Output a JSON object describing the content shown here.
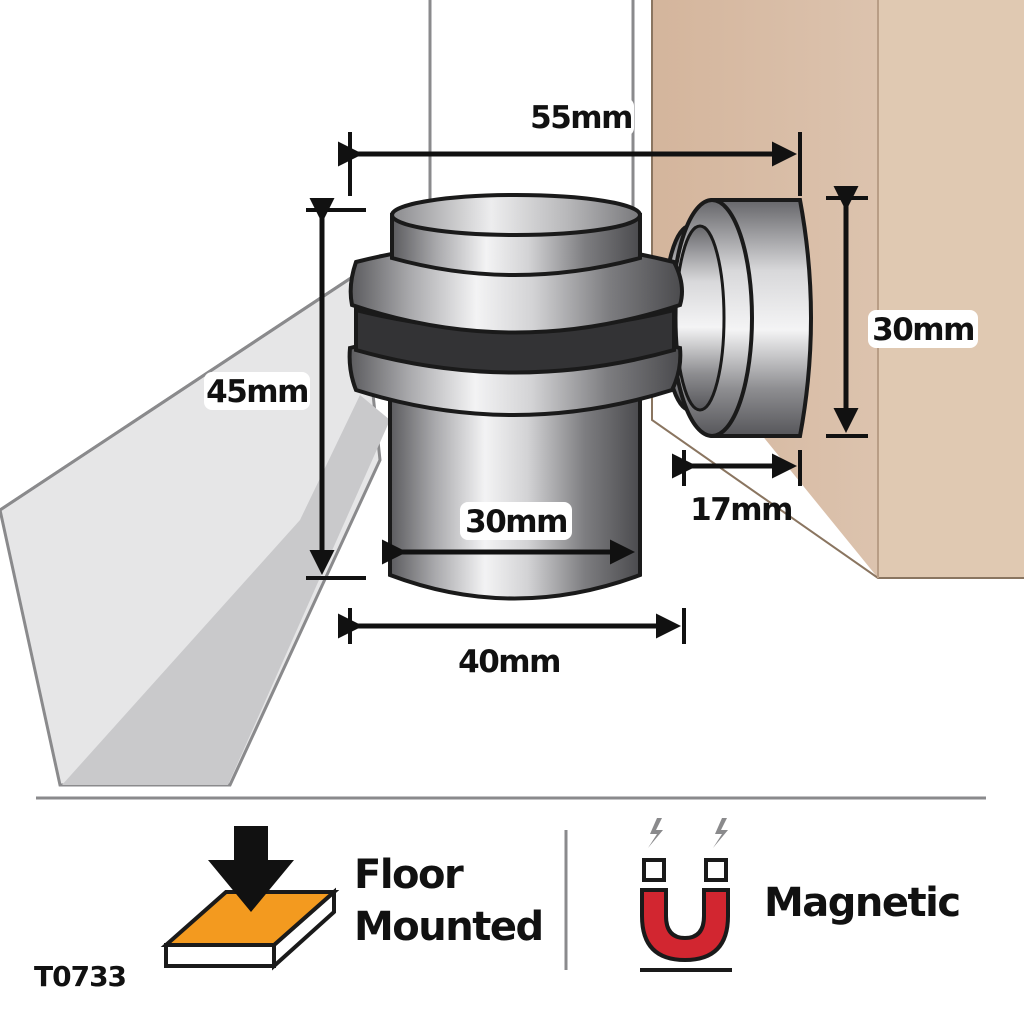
{
  "product_code": "T0733",
  "dimensions": {
    "overall_width": "55mm",
    "height": "45mm",
    "wall_buffer_diameter": "30mm",
    "wall_buffer_depth": "17mm",
    "body_diameter": "30mm",
    "base_diameter": "40mm"
  },
  "features": {
    "floor_line1": "Floor",
    "floor_line2": "Mounted",
    "magnetic": "Magnetic"
  },
  "colors": {
    "wall": "#d6b89f",
    "wall_edge": "#cdb095",
    "floor_shadow": "#c8c8c9",
    "magnet_red": "#d22630",
    "floor_orange": "#f39a1f",
    "outline": "#1a1a1a"
  }
}
